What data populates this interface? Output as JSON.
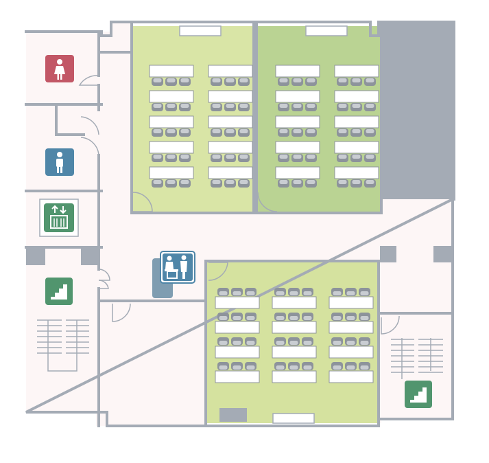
{
  "colors": {
    "background": "#ffffff",
    "corridor_floor": "#fdf6f6",
    "wall": "#a4abb5",
    "room_a": "#d9e5a6",
    "room_b": "#bad393",
    "room_c": "#d5e29f",
    "desk": "#ffffff",
    "chair": "#8d939b",
    "chair_cushion": "#c9cdd2",
    "restroom_women": "#c25766",
    "restroom_men": "#4f86a8",
    "elevator": "#51956e",
    "stairs": "#51956e",
    "reception": "#4f86a8",
    "reception_shadow": "#7f9db1",
    "dark_block": "#a4abb5"
  },
  "signs": [
    {
      "id": "women-restroom",
      "icon": "woman-figure-icon",
      "color_key": "restroom_women"
    },
    {
      "id": "men-restroom",
      "icon": "man-figure-icon",
      "color_key": "restroom_men"
    },
    {
      "id": "elevator",
      "icon": "elevator-icon",
      "color_key": "elevator"
    },
    {
      "id": "stairs-west",
      "icon": "stairs-icon",
      "color_key": "stairs"
    },
    {
      "id": "stairs-east",
      "icon": "stairs-icon",
      "color_key": "stairs"
    },
    {
      "id": "reception",
      "icon": "reception-desk-icon",
      "color_key": "reception"
    }
  ],
  "rooms": [
    {
      "id": "classroom-a",
      "color_key": "room_a",
      "desk_columns": 2,
      "desk_rows": 5,
      "chairs_per_desk": 3,
      "chairs_side": "below"
    },
    {
      "id": "classroom-b",
      "color_key": "room_b",
      "desk_columns": 2,
      "desk_rows": 5,
      "chairs_per_desk": 3,
      "chairs_side": "below"
    },
    {
      "id": "classroom-c",
      "color_key": "room_c",
      "desk_columns": 3,
      "desk_rows": 4,
      "chairs_per_desk": 3,
      "chairs_side": "above"
    }
  ]
}
